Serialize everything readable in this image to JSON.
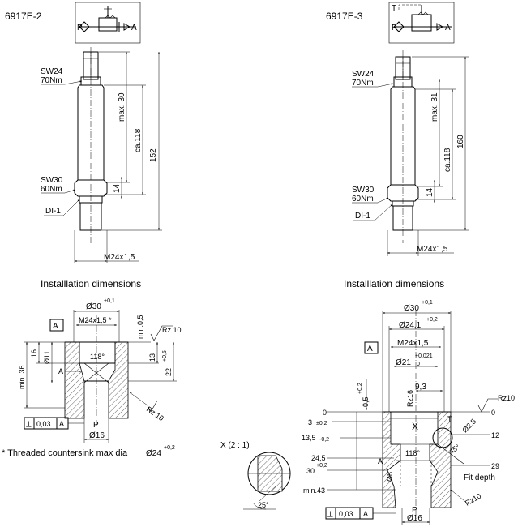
{
  "left": {
    "title": "6917E-2",
    "symbol": {
      "port_p": "P",
      "port_a": "A"
    },
    "labels": {
      "sw_top": "SW24",
      "torque_top": "70Nm",
      "sw_bottom": "SW30",
      "torque_bottom": "60Nm",
      "seal": "DI-1",
      "thread": "M24x1,5",
      "max": "max. 30",
      "ca": "ca.118",
      "overall": "152",
      "dim14": "14"
    },
    "install": {
      "heading": "Installlation dimensions",
      "dia30": "Ø30",
      "dia30_tol": "+0,1",
      "port_a_box": "A",
      "thread": "M24x1,5 *",
      "min05": "min.0,5",
      "rz_top": "Rz 10",
      "dim16": "16",
      "dia11": "Ø11",
      "angle": "118°",
      "dim13": "13",
      "dim13_tol": "+0,5",
      "dim22": "22",
      "min36": "min. 36",
      "a": "A",
      "rz_bot": "Rz 10",
      "perp_sym": "⟂",
      "perp_val": "0,03",
      "perp_ref": "A",
      "p": "P",
      "dia16": "Ø16",
      "footnote": "* Threaded countersink max dia",
      "footnote_val": "Ø24",
      "footnote_tol": "+0,2"
    }
  },
  "right": {
    "title": "6917E-3",
    "symbol": {
      "port_t": "T",
      "port_p": "P",
      "port_a": "A"
    },
    "labels": {
      "sw_top": "SW24",
      "torque_top": "70Nm",
      "sw_bottom": "SW30",
      "torque_bottom": "60Nm",
      "seal": "DI-1",
      "thread": "M24x1,5",
      "max": "max. 31",
      "ca": "ca.118",
      "overall": "160",
      "dim14": "14"
    },
    "install": {
      "heading": "Installlation dimensions",
      "dia30": "Ø30",
      "dia30_tol": "+0,1",
      "dia24_1": "Ø24,1",
      "dia24_1_tol": "+0,2",
      "a_box": "A",
      "thread": "M24x1,5",
      "dia21": "Ø21",
      "dia21_tol_up": "+0,021",
      "dia21_tol_lo": "0",
      "dim9_3": "9,3",
      "rz16": "Rz16",
      "dim05": "0,5",
      "dim05_tol": "+0,2",
      "rz_top": "Rz10",
      "zero_l": "0",
      "zero_r": "0",
      "dim3": "3",
      "dim3_tol": "±0,2",
      "dim13_5": "13,5",
      "dim13_5_tol": "-0,2",
      "x_mark": "X",
      "t": "T",
      "dia2_5": "Ø2,5",
      "dim12": "12",
      "angle118": "118°",
      "angle45": "45°",
      "dim24_5": "24,5",
      "dim30": "30",
      "dim30_tol": "+0,2",
      "a": "A",
      "dia8": "Ø8",
      "dim29": "29",
      "fit_depth": "Fit depth",
      "min43": "min.43",
      "rz_bot": "Rz10",
      "perp_sym": "⟂",
      "perp_val": "0,03",
      "perp_ref": "A",
      "p": "P",
      "dia16": "Ø16"
    },
    "detail": {
      "label": "X  (2 : 1)",
      "angle": "25°"
    }
  }
}
